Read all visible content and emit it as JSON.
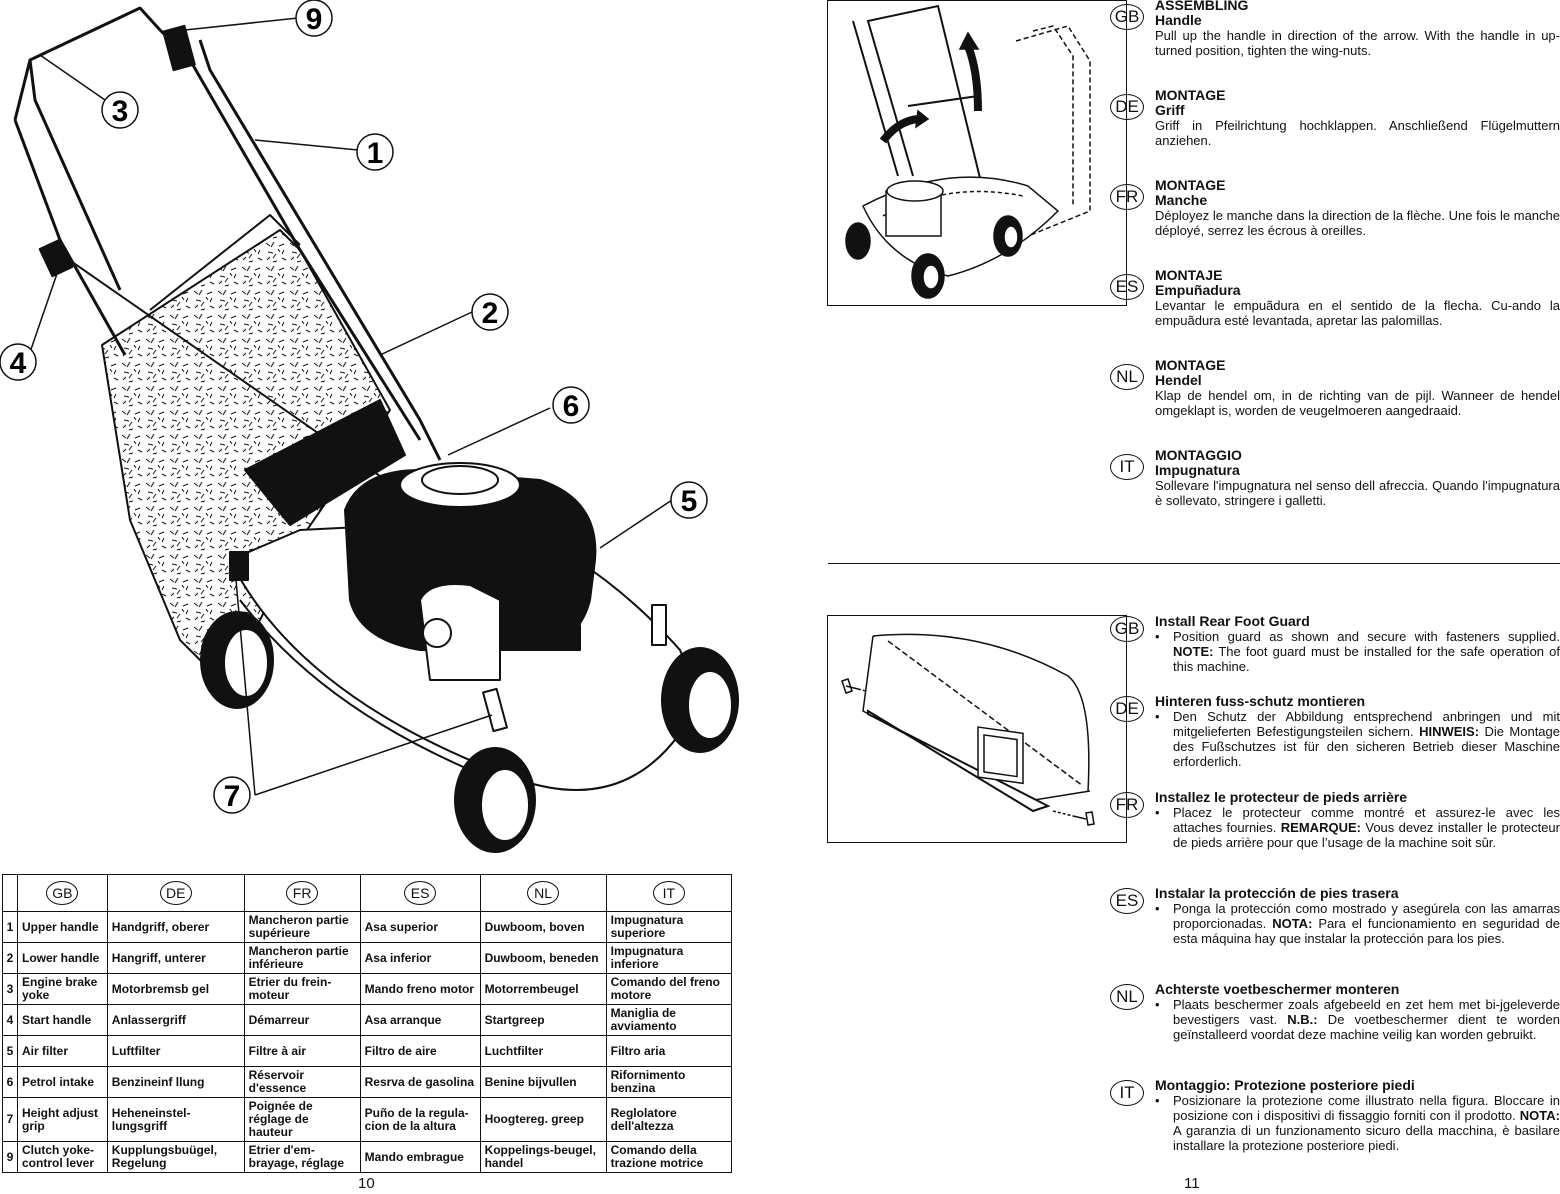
{
  "callouts": [
    "9",
    "3",
    "1",
    "2",
    "4",
    "6",
    "5",
    "7"
  ],
  "table": {
    "languages": [
      "GB",
      "DE",
      "FR",
      "ES",
      "NL",
      "IT"
    ],
    "rows": [
      {
        "num": "1",
        "cells": [
          "Upper handle",
          "Handgriff, oberer",
          "Mancheron partie supérieure",
          "Asa superior",
          "Duwboom, boven",
          "Impugnatura superiore"
        ]
      },
      {
        "num": "2",
        "cells": [
          "Lower handle",
          "Hangriff, unterer",
          "Mancheron partie inférieure",
          "Asa inferior",
          "Duwboom, beneden",
          "Impugnatura inferiore"
        ]
      },
      {
        "num": "3",
        "cells": [
          "Engine brake yoke",
          "Motorbremsb gel",
          "Etrier du frein-moteur",
          "Mando freno motor",
          "Motorrembeugel",
          "Comando del freno motore"
        ]
      },
      {
        "num": "4",
        "cells": [
          "Start handle",
          "Anlassergriff",
          "Démarreur",
          "Asa arranque",
          "Startgreep",
          "Maniglia de avviamento"
        ]
      },
      {
        "num": "5",
        "cells": [
          "Air filter",
          "Luftfilter",
          "Filtre à air",
          "Filtro de aire",
          "Luchtfilter",
          "Filtro aria"
        ]
      },
      {
        "num": "6",
        "cells": [
          "Petrol intake",
          "Benzineinf llung",
          "Réservoir d'essence",
          "Resrva de gasolina",
          "Benine bijvullen",
          "Rifornimento benzina"
        ]
      },
      {
        "num": "7",
        "cells": [
          "Height adjust grip",
          "Heheneinstel-lungsgriff",
          "Poignée de réglage de hauteur",
          "Puño de la regula-cion de la altura",
          "Hoogtereg. greep",
          "Reglolatore dell'altezza"
        ]
      },
      {
        "num": "9",
        "cells": [
          "Clutch yoke-control lever",
          "Kupplungsbuügel, Regelung",
          "Etrier d'em-brayage, réglage",
          "Mando embrague",
          "Koppelings-beugel, handel",
          "Comando della trazione motrice"
        ]
      }
    ]
  },
  "page_left": "10",
  "page_right": "11",
  "assembling": [
    {
      "lang": "GB",
      "title": "ASSEMBLING",
      "subtitle": "Handle",
      "text": "Pull up the handle in direction of the arrow.  With the handle in up-turned position, tighten the wing-nuts."
    },
    {
      "lang": "DE",
      "title": "MONTAGE",
      "subtitle": "Griff",
      "text": "Griff in Pfeilrichtung hochklappen.  Anschließend Flügelmuttern anziehen."
    },
    {
      "lang": "FR",
      "title": "MONTAGE",
      "subtitle": "Manche",
      "text": "Déployez le manche dans la direction de la flèche.  Une fois le manche déployé, serrez les écrous à oreilles."
    },
    {
      "lang": "ES",
      "title": "MONTAJE",
      "subtitle": "Empuñadura",
      "text": "Levantar le empuãdura en el sentido de la flecha.  Cu-ando la empuãdura esté levantada, apretar las palomillas."
    },
    {
      "lang": "NL",
      "title": "MONTAGE",
      "subtitle": "Hendel",
      "text": "Klap de hendel om, in de richting van de pijl.  Wanneer de hendel omgeklapt is, worden de veugelmoeren aangedraaid."
    },
    {
      "lang": "IT",
      "title": "MONTAGGIO",
      "subtitle": "Impugnatura",
      "text": "Sollevare l'impugnatura nel senso dell afreccia. Quando l'impugnatura è sollevato, stringere i galletti."
    }
  ],
  "footguard": [
    {
      "lang": "GB",
      "title": "Install Rear Foot Guard",
      "text": "Position guard as shown and secure with fasteners supplied. ",
      "note_label": "NOTE:",
      "note": " The foot guard must be installed for the safe operation of this machine."
    },
    {
      "lang": "DE",
      "title": "Hinteren fuss-schutz montieren",
      "text": "Den Schutz der Abbildung entsprechend anbringen und mit mitgelieferten Befestigungsteilen sichern.  ",
      "note_label": "HINWEIS:",
      "note": " Die Montage des Fußschutzes ist für den sicheren Betrieb dieser Maschine erforderlich."
    },
    {
      "lang": "FR",
      "title": "Installez le protecteur de pieds arrière",
      "text": "Placez le protecteur comme montré et assurez-le avec les attaches fournies.  ",
      "note_label": "REMARQUE:",
      "note": " Vous devez installer le protecteur de pieds arrière pour que l’usage de la machine soit sûr."
    },
    {
      "lang": "ES",
      "title": "Instalar la protección de pies trasera",
      "text": "Ponga la protección como mostrado y asegúrela con las amarras proporcionadas.  ",
      "note_label": "NOTA:",
      "note": " Para el funcionamiento en seguridad de esta máquina hay que instalar la protección para los pies."
    },
    {
      "lang": "NL",
      "title": "Achterste voetbeschermer monteren",
      "text": "Plaats beschermer zoals afgebeeld en zet hem met bi-jgeleverde bevestigers vast.  ",
      "note_label": "N.B.:",
      "note": " De voetbeschermer dient te worden geïnstalleerd voordat deze machine veilig kan worden gebruikt."
    },
    {
      "lang": "IT",
      "title": "Montaggio: Protezione posteriore piedi",
      "text": "Posizionare la protezione come illustrato nella figura. Bloccare in posizione con i dispositivi di fissaggio forniti con il prodotto. ",
      "note_label": "NOTA:",
      "note": " A garanzia di un funzionamento sicuro della macchina, è basilare installare la protezione posteriore piedi."
    }
  ]
}
